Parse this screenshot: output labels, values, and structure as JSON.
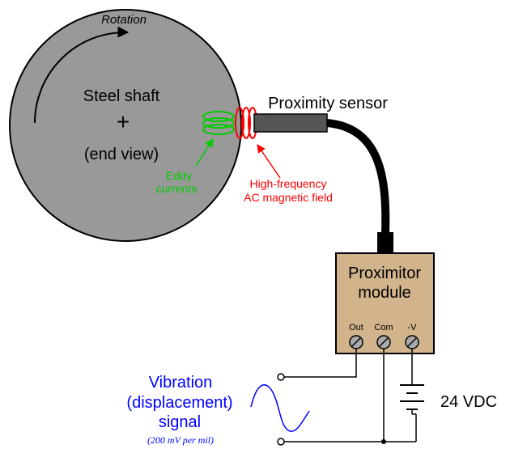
{
  "shaft": {
    "rotation_label": "Rotation",
    "title": "Steel shaft",
    "center_mark": "+",
    "subtitle": "(end view)",
    "fill_color": "#999999"
  },
  "eddy": {
    "line1": "Eddy",
    "line2": "currents",
    "color": "#00cc00"
  },
  "field": {
    "line1": "High-frequency",
    "line2": "AC magnetic field",
    "color": "#ff0000"
  },
  "sensor": {
    "label": "Proximity sensor"
  },
  "module": {
    "line1": "Proximitor",
    "line2": "module",
    "fill_color": "#d2b48c",
    "terminals": [
      "Out",
      "Com",
      "-V"
    ]
  },
  "battery": {
    "label": "24 VDC"
  },
  "signal": {
    "line1": "Vibration",
    "line2": "(displacement)",
    "line3": "signal",
    "scale_note": "(200 mV per mil)",
    "color": "#0000ff"
  }
}
